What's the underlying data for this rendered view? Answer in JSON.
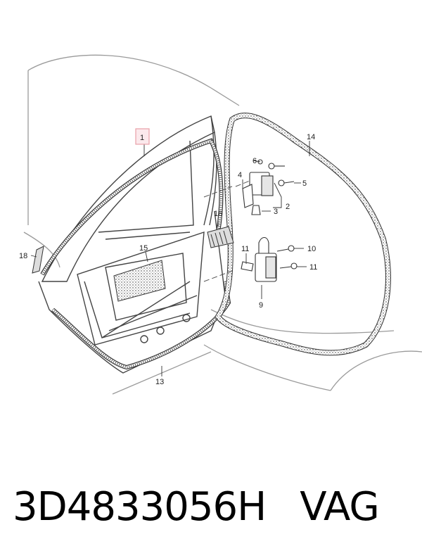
{
  "diagram": {
    "callouts": [
      {
        "id": "c1",
        "text": "1"
      },
      {
        "id": "c2",
        "text": "2"
      },
      {
        "id": "c3",
        "text": "3"
      },
      {
        "id": "c4",
        "text": "4"
      },
      {
        "id": "c5",
        "text": "5"
      },
      {
        "id": "c6",
        "text": "6"
      },
      {
        "id": "c9",
        "text": "9"
      },
      {
        "id": "c10",
        "text": "10"
      },
      {
        "id": "c11a",
        "text": "11"
      },
      {
        "id": "c11b",
        "text": "11"
      },
      {
        "id": "c13",
        "text": "13"
      },
      {
        "id": "c14",
        "text": "14"
      },
      {
        "id": "c15",
        "text": "15"
      },
      {
        "id": "c16",
        "text": "16"
      },
      {
        "id": "c18",
        "text": "18"
      }
    ],
    "highlight_color": "#e8a0a8"
  },
  "footer": {
    "part_number": "3D4833056H",
    "brand": "VAG"
  }
}
